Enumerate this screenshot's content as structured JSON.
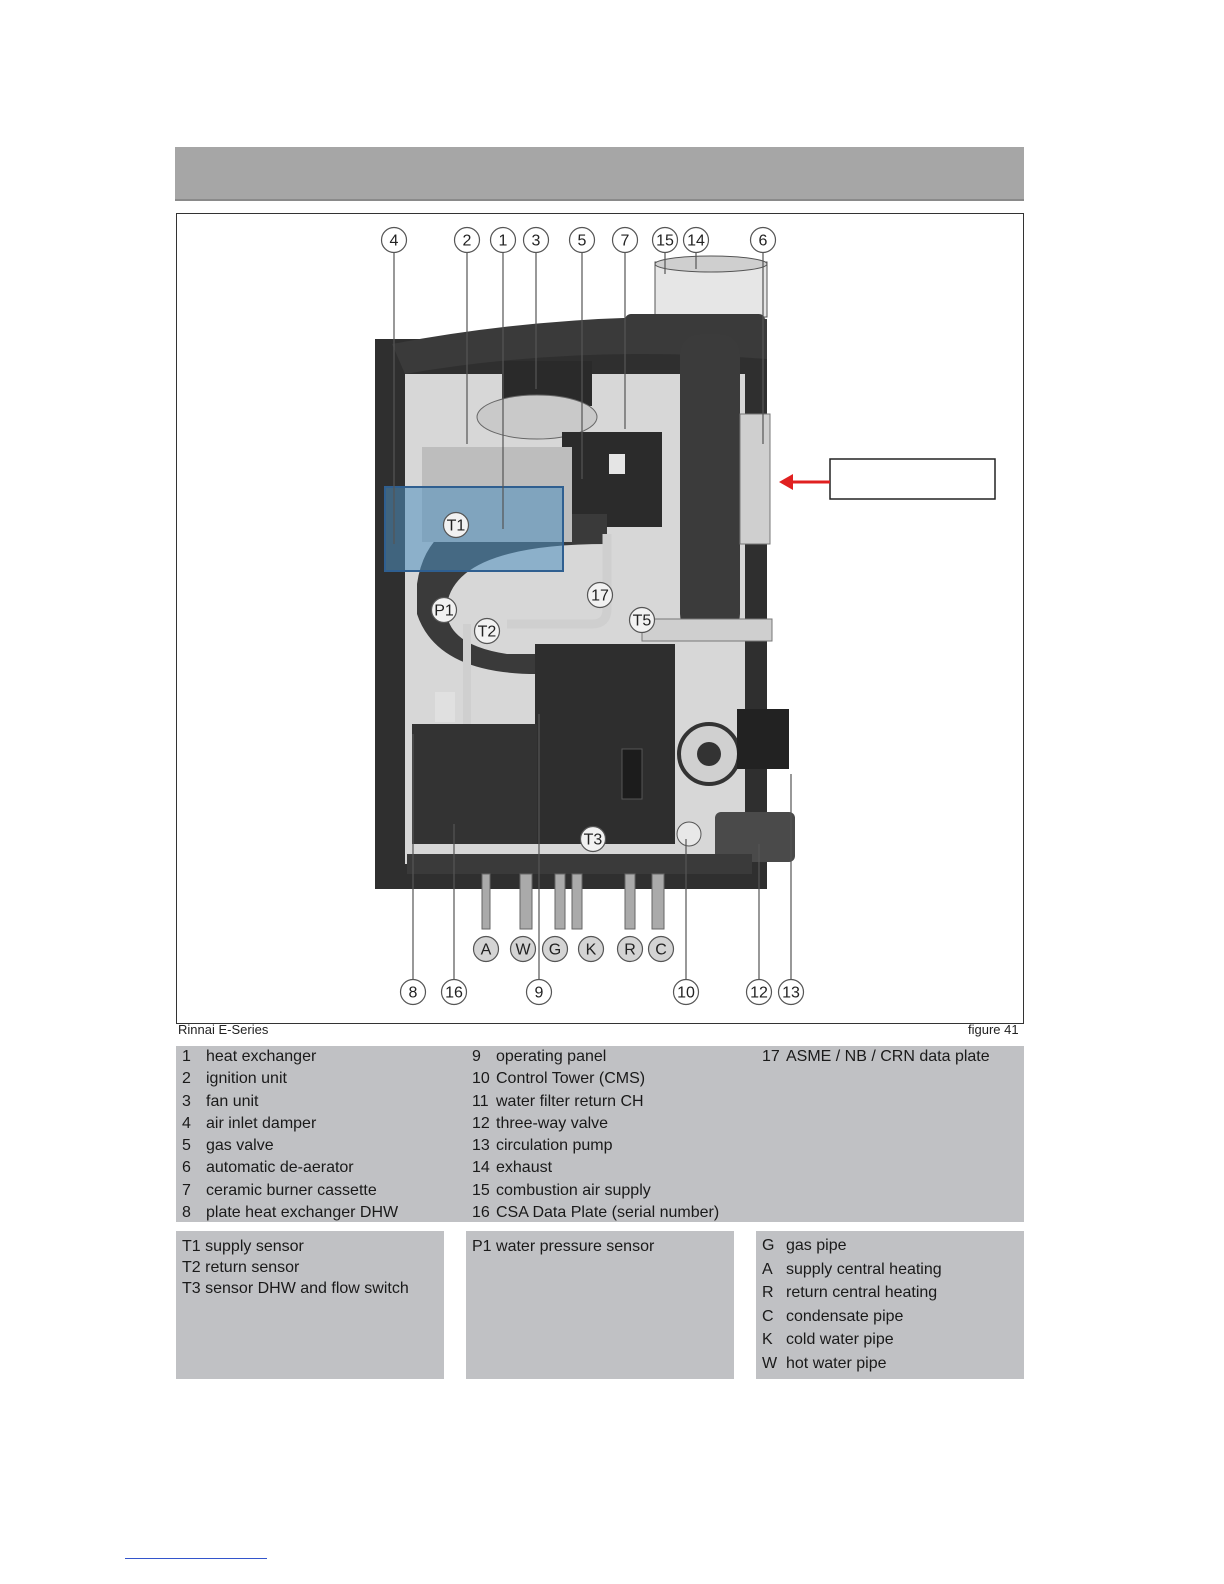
{
  "figure": {
    "callouts_top": [
      "4",
      "2",
      "1",
      "3",
      "5",
      "7",
      "15",
      "14",
      "6"
    ],
    "callouts_bottom": [
      "8",
      "16",
      "9",
      "10",
      "12",
      "13"
    ],
    "connection_letters": [
      "A",
      "W",
      "G",
      "K",
      "R",
      "C"
    ],
    "sensor_labels": [
      "T1",
      "P1",
      "T2",
      "17",
      "T5",
      "T3"
    ],
    "caption_left": "Rinnai E-Series",
    "caption_right": "figure 41",
    "arrow_color": "#e02020",
    "highlight_color": "#4f8fc0"
  },
  "legend": {
    "col1": [
      {
        "num": "1",
        "label": "heat exchanger"
      },
      {
        "num": "2",
        "label": "ignition unit"
      },
      {
        "num": "3",
        "label": "fan unit"
      },
      {
        "num": "4",
        "label": "air inlet damper"
      },
      {
        "num": "5",
        "label": "gas valve"
      },
      {
        "num": "6",
        "label": "automatic de-aerator"
      },
      {
        "num": "7",
        "label": "ceramic burner cassette"
      },
      {
        "num": "8",
        "label": "plate heat exchanger DHW"
      }
    ],
    "col2": [
      {
        "num": "9",
        "label": "operating panel"
      },
      {
        "num": "10",
        "label": "Control Tower (CMS)"
      },
      {
        "num": "11",
        "label": "water filter return CH"
      },
      {
        "num": "12",
        "label": "three-way valve"
      },
      {
        "num": "13",
        "label": "circulation pump"
      },
      {
        "num": "14",
        "label": "exhaust"
      },
      {
        "num": "15",
        "label": "combustion air supply"
      },
      {
        "num": "16",
        "label": "CSA Data Plate (serial number)"
      }
    ],
    "col3": [
      {
        "num": "17",
        "label": "ASME / NB / CRN data plate"
      }
    ]
  },
  "sensors": [
    "T1 supply sensor",
    "T2 return sensor",
    "T3 sensor DHW and flow switch"
  ],
  "pressure": [
    "P1 water pressure sensor"
  ],
  "connections": [
    {
      "letter": "G",
      "label": "gas pipe"
    },
    {
      "letter": "A",
      "label": "supply central heating"
    },
    {
      "letter": "R",
      "label": "return central heating"
    },
    {
      "letter": "C",
      "label": "condensate pipe"
    },
    {
      "letter": "K",
      "label": "cold water pipe"
    },
    {
      "letter": "W",
      "label": "hot water pipe"
    }
  ]
}
